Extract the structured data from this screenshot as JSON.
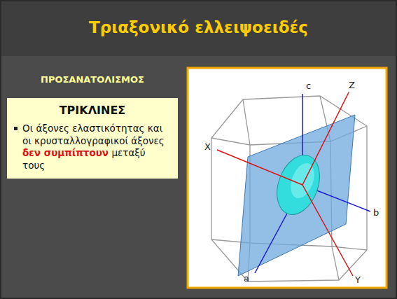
{
  "diagram": {
    "title": "Τριαξονικό ελλειψοειδές",
    "nodes": [
      {
        "text": [
          "ΤΡΙΚΛΙΝΕΣ",
          "Οι άξονες ελαστικότητας και οι κρυσταλλογραφικοί άξονες",
          "δεν συμπίπτουν",
          "μεταξύ τους"
        ]
      }
    ],
    "labels": [
      "ΠΡΟΣΑΝΑΤΟΛΙΣΜΟΣ",
      "c",
      "Z",
      "X",
      "b",
      "a",
      "Y"
    ]
  }
}
